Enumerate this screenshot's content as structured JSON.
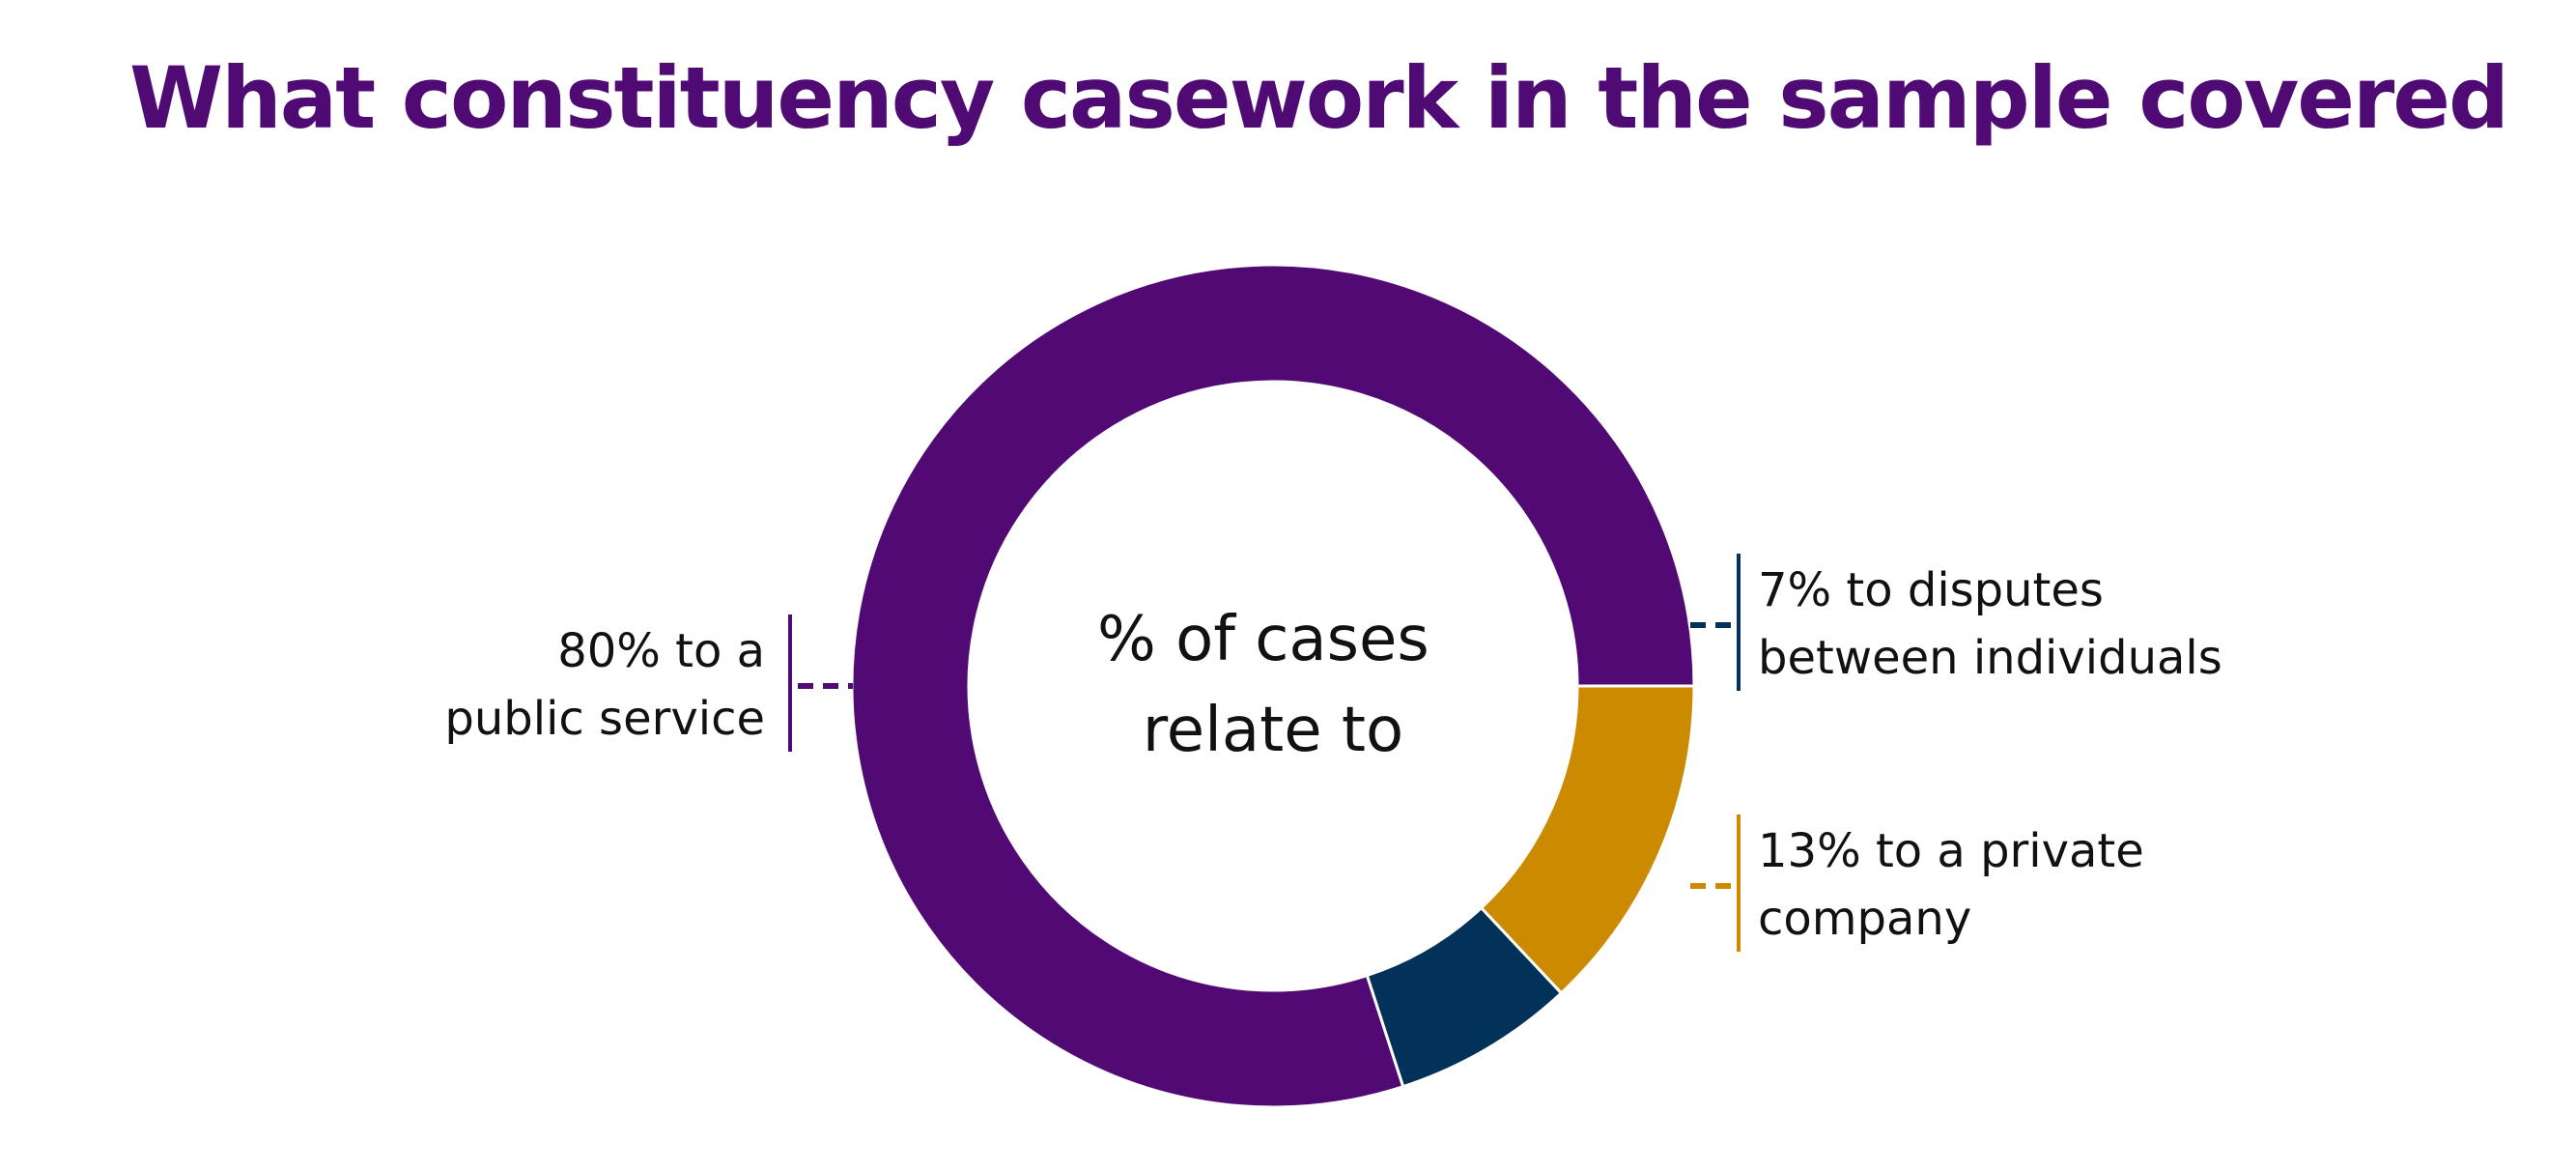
{
  "title": "What constituency casework in the sample covered",
  "colors": {
    "title": "#4F0A74",
    "public_service": "#510A74",
    "disputes": "#02325A",
    "private_company": "#CC8A00",
    "background": "#FFFFFF"
  },
  "chart_data": {
    "type": "pie",
    "variant": "donut",
    "title": "What constituency casework in the sample covered",
    "center_label": [
      "% of cases",
      "relate to"
    ],
    "start_angle_deg": 0,
    "direction": "counterclockwise",
    "slices": [
      {
        "value": 80,
        "label_lines": [
          "80% to a",
          "public service"
        ],
        "color": "#510A74",
        "label_side": "left"
      },
      {
        "value": 7,
        "label_lines": [
          "7% to disputes",
          "between individuals"
        ],
        "color": "#02325A",
        "label_side": "right"
      },
      {
        "value": 13,
        "label_lines": [
          "13% to a private",
          "company"
        ],
        "color": "#CC8A00",
        "label_side": "right"
      }
    ]
  }
}
